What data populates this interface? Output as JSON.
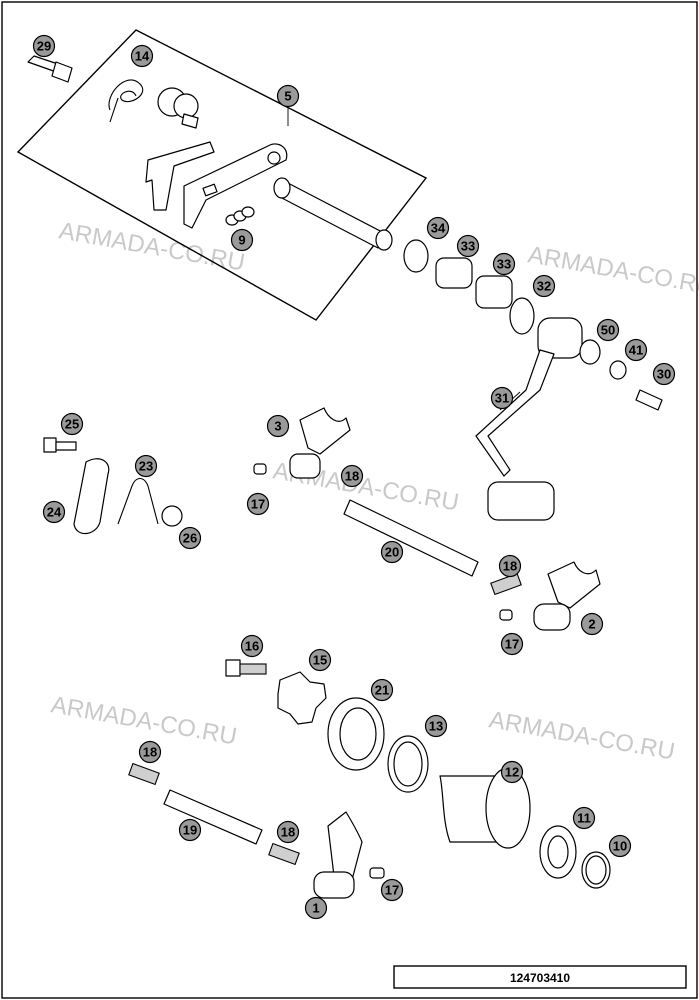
{
  "drawing_number": "124703410",
  "watermark_text": "ARMADA-CO.RU",
  "callout_labels": [
    "29",
    "14",
    "5",
    "9",
    "34",
    "33",
    "33",
    "32",
    "50",
    "41",
    "30",
    "31",
    "25",
    "23",
    "24",
    "26",
    "3",
    "18",
    "17",
    "20",
    "18",
    "2",
    "17",
    "16",
    "15",
    "21",
    "13",
    "12",
    "11",
    "10",
    "18",
    "19",
    "18",
    "1",
    "17"
  ]
}
